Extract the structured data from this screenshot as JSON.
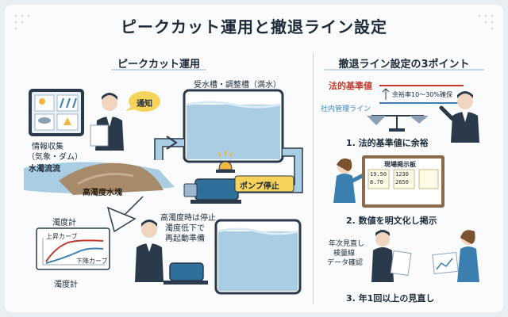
{
  "title": "ピークカット運用と撤退ライン設定",
  "left": {
    "heading": "ピークカット運用",
    "info_collection": "情報収集",
    "info_sub": "（気象・ダム）",
    "notify": "通知",
    "tank_label": "受水槽・調整槽（満水）",
    "river_flow": "水濁流流",
    "turbid_mass": "高濁度水塊",
    "pump_stop": "ポンプ停止",
    "turbidity_meter": "濁度計",
    "rise_curve": "上昇カーブ",
    "fall_curve": "下降カーブ",
    "turbidity_meter_2": "濁度計",
    "stop_note": [
      "高濁度時は停止",
      "濁度低下で",
      "再起動準備"
    ]
  },
  "right": {
    "heading": "撤退ライン設定の3ポイント",
    "legal_line": "法的基準値",
    "margin": "余裕率10〜30%確保",
    "internal_line": "社内管理ライン",
    "point1": "1. 法的基準値に余裕",
    "board_title": "現場掲示板",
    "board_values": [
      "19.50",
      "8.70",
      "1230",
      "2650"
    ],
    "point2": "2. 数値を明文化し掲示",
    "review_note": [
      "年次見直し",
      "検量線",
      "データ確認"
    ],
    "point3": "3. 年1回以上の見直し"
  },
  "colors": {
    "accent": "#c0392b",
    "water": "#a9cde3",
    "dark": "#2b3a4a",
    "mud": "#a78a6a",
    "pump": "#2f6f9c"
  }
}
